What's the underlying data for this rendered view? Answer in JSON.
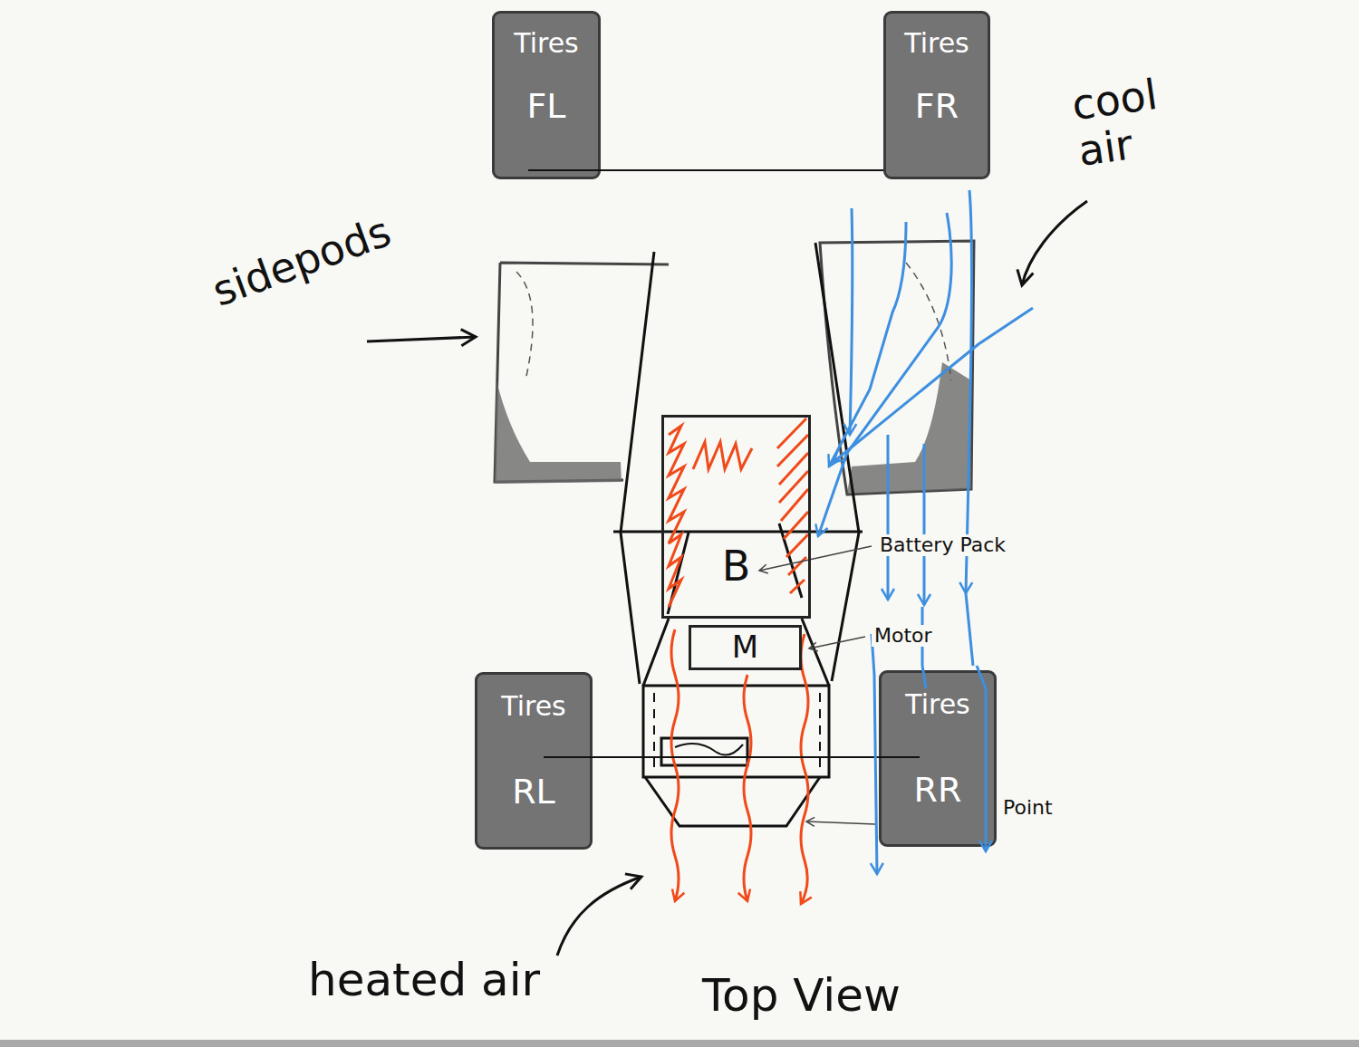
{
  "diagram": {
    "caption": "Top View",
    "nodes": [
      {
        "text": [
          "Tires",
          "FL"
        ]
      },
      {
        "text": [
          "Tires",
          "FR"
        ]
      },
      {
        "text": [
          "B"
        ]
      },
      {
        "text": [
          "M"
        ]
      },
      {
        "text": [
          "Tires",
          "RL"
        ]
      },
      {
        "text": [
          "Tires",
          "RR"
        ]
      }
    ],
    "labels": [
      "cool air",
      "sidepods",
      "Battery Pack",
      "Motor",
      "Point",
      "heated air"
    ]
  }
}
